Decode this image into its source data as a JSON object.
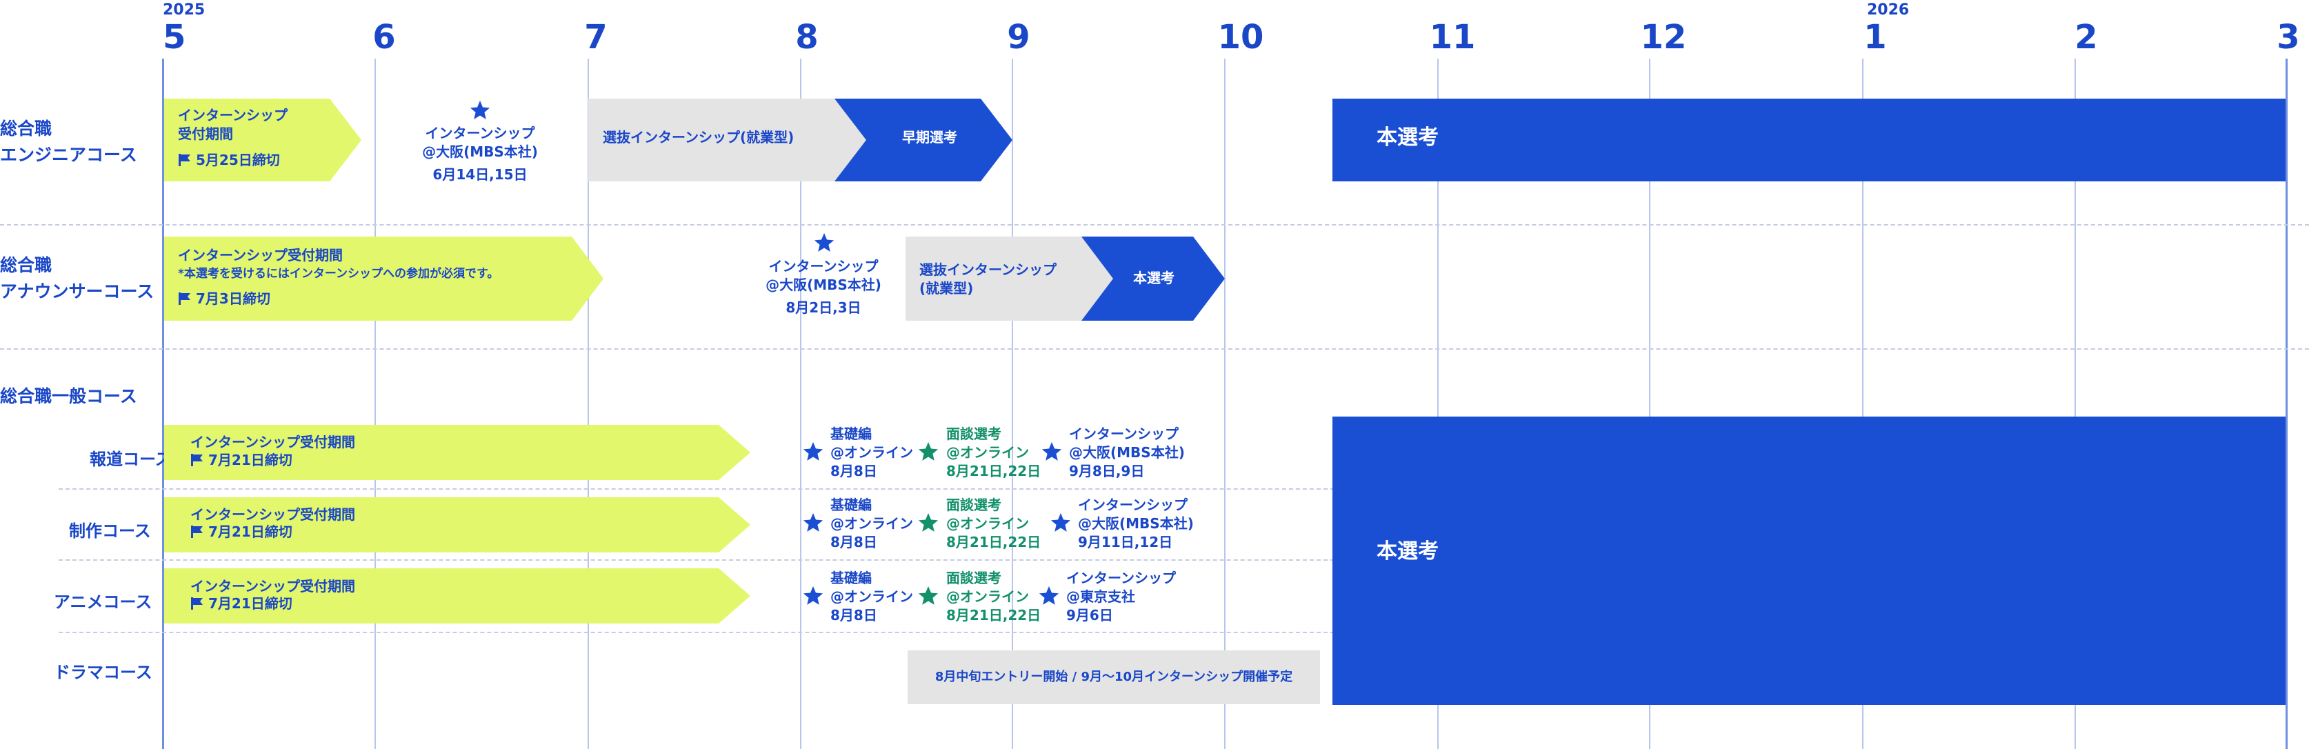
{
  "years": {
    "start": "2025",
    "next": "2026"
  },
  "months": [
    "5",
    "6",
    "7",
    "8",
    "9",
    "10",
    "11",
    "12",
    "1",
    "2",
    "3"
  ],
  "courses": {
    "engineer": {
      "label_line1": "総合職",
      "label_line2": "エンジニアコース",
      "intern_period_line1": "インターンシップ",
      "intern_period_line2": "受付期間",
      "deadline": "5月25日締切",
      "event_title": "インターンシップ",
      "event_place": "@大阪(MBS本社)",
      "event_date": "6月14日,15日",
      "selection": "選抜インターンシップ(就業型)",
      "early": "早期選考",
      "main": "本選考"
    },
    "announcer": {
      "label_line1": "総合職",
      "label_line2": "アナウンサーコース",
      "intern_period": "インターンシップ受付期間",
      "note": "*本選考を受けるにはインターンシップへの参加が必須です。",
      "deadline": "7月3日締切",
      "event_title": "インターンシップ",
      "event_place": "@大阪(MBS本社)",
      "event_date": "8月2日,3日",
      "selection_line1": "選抜インターンシップ",
      "selection_line2": "(就業型)",
      "main": "本選考"
    },
    "general": {
      "label": "総合職一般コース",
      "main": "本選考",
      "news": {
        "label": "報道コース",
        "intern_period": "インターンシップ受付期間",
        "deadline": "7月21日締切",
        "e1_title": "基礎編",
        "e1_place": "@オンライン",
        "e1_date": "8月8日",
        "e2_title": "面談選考",
        "e2_place": "@オンライン",
        "e2_date": "8月21日,22日",
        "e3_title": "インターンシップ",
        "e3_place": "@大阪(MBS本社)",
        "e3_date": "9月8日,9日"
      },
      "production": {
        "label": "制作コース",
        "intern_period": "インターンシップ受付期間",
        "deadline": "7月21日締切",
        "e1_title": "基礎編",
        "e1_place": "@オンライン",
        "e1_date": "8月8日",
        "e2_title": "面談選考",
        "e2_place": "@オンライン",
        "e2_date": "8月21日,22日",
        "e3_title": "インターンシップ",
        "e3_place": "@大阪(MBS本社)",
        "e3_date": "9月11日,12日"
      },
      "anime": {
        "label": "アニメコース",
        "intern_period": "インターンシップ受付期間",
        "deadline": "7月21日締切",
        "e1_title": "基礎編",
        "e1_place": "@オンライン",
        "e1_date": "8月8日",
        "e2_title": "面談選考",
        "e2_place": "@オンライン",
        "e2_date": "8月21日,22日",
        "e3_title": "インターンシップ",
        "e3_place": "@東京支社",
        "e3_date": "9月6日"
      },
      "drama": {
        "label": "ドラマコース",
        "note": "8月中旬エントリー開始 / 9月〜10月インターンシップ開催予定"
      }
    }
  },
  "colors": {
    "blue": "#1a4fd4",
    "lime": "#e2f76b",
    "gray": "#e4e4e4",
    "green": "#11906a"
  },
  "icons": {
    "star": "star-icon",
    "flag": "flag-icon"
  }
}
